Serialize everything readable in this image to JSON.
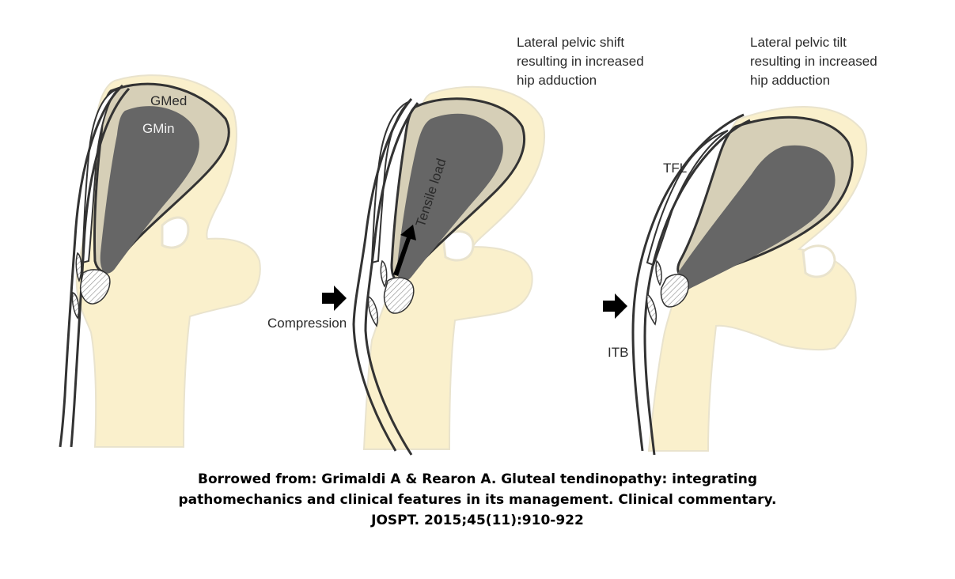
{
  "panels": [
    {
      "caption": [],
      "labels": {
        "gmed": "GMed",
        "gmin": "GMin"
      }
    },
    {
      "caption": [
        "Lateral pelvic shift",
        "resulting in increased",
        "hip adduction"
      ],
      "labels": {
        "force": "Compression",
        "load": "Tensile load"
      }
    },
    {
      "caption": [
        "Lateral pelvic tilt",
        "resulting in increased",
        "hip adduction"
      ],
      "labels": {
        "tfl": "TFL",
        "itb": "ITB"
      }
    }
  ],
  "citation": [
    "Borrowed from: Grimaldi A & Rearon A. Gluteal tendinopathy: integrating",
    "pathomechanics and clinical features in its management. Clinical commentary.",
    "JOSPT. 2015;45(11):910-922"
  ],
  "colors": {
    "bone": "#faf0cc",
    "bone_edge": "#e9e3cd",
    "gmed": "#d6cfb7",
    "gmin": "#666666",
    "outline": "#333333",
    "arrow": "#000000"
  }
}
